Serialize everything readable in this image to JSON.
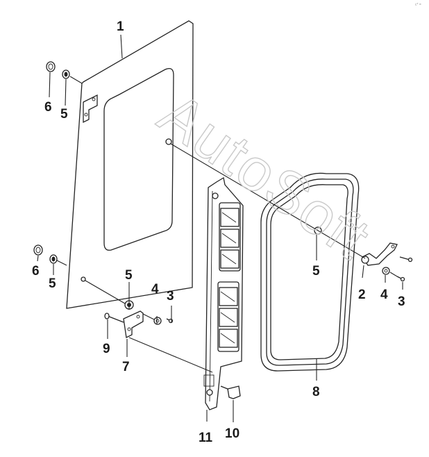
{
  "watermark": "AutoSoft",
  "corner_mark": "c* =",
  "callouts": [
    {
      "id": "label-1",
      "text": "1"
    },
    {
      "id": "label-6-top",
      "text": "6"
    },
    {
      "id": "label-5-top",
      "text": "5"
    },
    {
      "id": "label-6-bottom",
      "text": "6"
    },
    {
      "id": "label-5-bottom",
      "text": "5"
    },
    {
      "id": "label-5-lower",
      "text": "5"
    },
    {
      "id": "label-4-left",
      "text": "4"
    },
    {
      "id": "label-3-left",
      "text": "3"
    },
    {
      "id": "label-9",
      "text": "9"
    },
    {
      "id": "label-7",
      "text": "7"
    },
    {
      "id": "label-11",
      "text": "11"
    },
    {
      "id": "label-10",
      "text": "10"
    },
    {
      "id": "label-5-right",
      "text": "5"
    },
    {
      "id": "label-2",
      "text": "2"
    },
    {
      "id": "label-4-right",
      "text": "4"
    },
    {
      "id": "label-3-right",
      "text": "3"
    },
    {
      "id": "label-8",
      "text": "8"
    }
  ]
}
